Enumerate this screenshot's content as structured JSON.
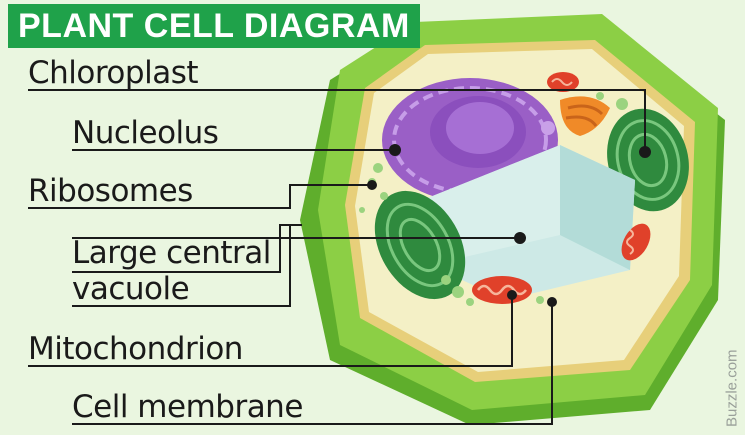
{
  "title": "PLANT CELL DIAGRAM",
  "labels": {
    "chloroplast": "Chloroplast",
    "nucleolus": "Nucleolus",
    "ribosomes": "Ribosomes",
    "vacuole_line1": "Large central",
    "vacuole_line2": "vacuole",
    "mitochondrion": "Mitochondrion",
    "cell_membrane": "Cell membrane"
  },
  "watermark": "Buzzle.com",
  "colors": {
    "title_bg": "#1fa24a",
    "background": "#eaf6e0",
    "cell_wall": "#7cc23a",
    "cytoplasm": "#f3efc0",
    "nucleus": "#9a5fc6",
    "vacuole": "#cde9e6",
    "chloroplast": "#2f8a3e",
    "mitochondrion": "#e0412a",
    "golgi": "#f08a28",
    "leader_line": "#1a1a1a"
  }
}
